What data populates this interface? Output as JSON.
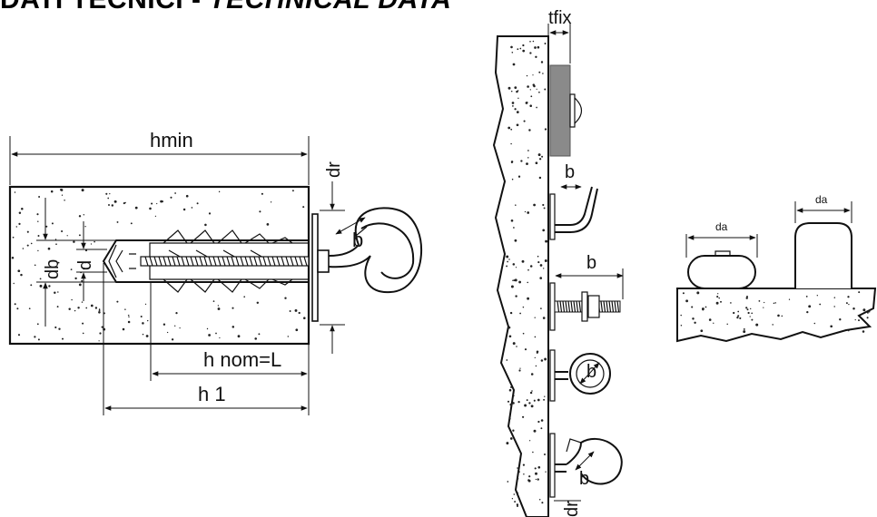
{
  "heading": {
    "part1": "DATI TECNICI",
    "separator": " - ",
    "part2": "TECHNICAL DATA"
  },
  "labels": {
    "hmin": "hmin",
    "dr": "dr",
    "b": "b",
    "db": "db",
    "d": "d",
    "hnom": "h nom=L",
    "h1": "h 1",
    "tfix": "tfix",
    "da": "da"
  },
  "colors": {
    "line": "#111111",
    "fixture_plate": "#8a8a8a",
    "concrete": "#ffffff",
    "background": "#ffffff"
  }
}
